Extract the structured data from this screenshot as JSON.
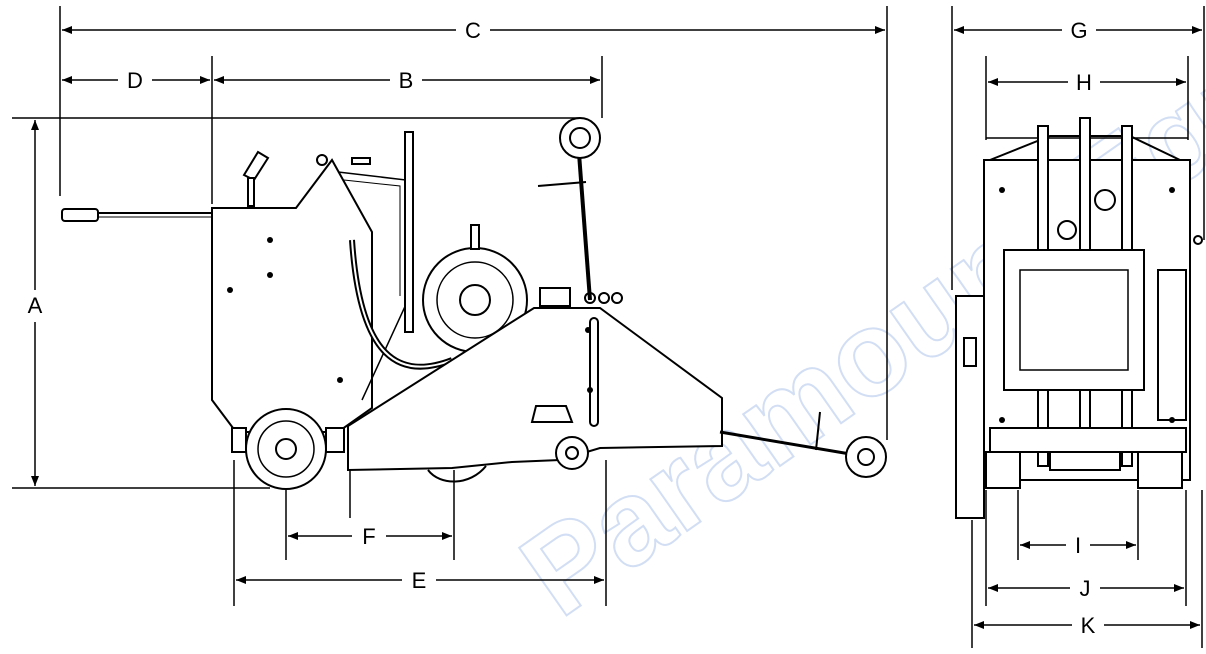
{
  "watermark": "Paramount-Equipment",
  "colors": {
    "line": "#000000",
    "watermark": "#9db8e6"
  },
  "side_view": {
    "dimensions": {
      "A": "A",
      "B": "B",
      "C": "C",
      "D": "D",
      "E": "E",
      "F": "F"
    }
  },
  "rear_view": {
    "dimensions": {
      "G": "G",
      "H": "H",
      "I": "I",
      "J": "J",
      "K": "K"
    }
  }
}
